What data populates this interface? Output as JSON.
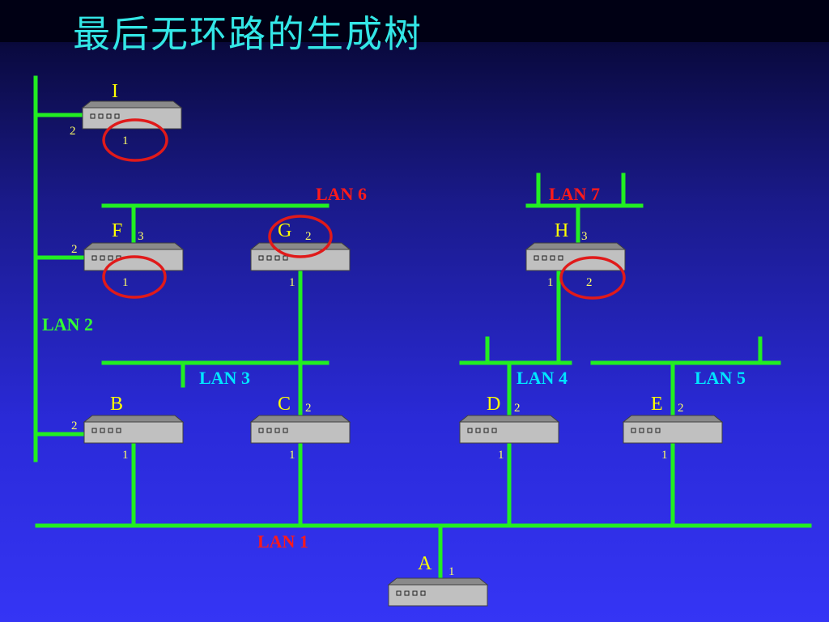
{
  "title": "最后无环路的生成树",
  "colors": {
    "link": "#22ee22",
    "port": "#ffff66",
    "label_yellow": "#ffff00",
    "label_red": "#ff1a1a",
    "label_cyan": "#00e5ff",
    "label_green": "#33ff33",
    "blocked_circle": "#e01a1a",
    "bridge_body": "#c0c0c0"
  },
  "icons": {
    "bridge": "network-bridge-icon",
    "blocked": "blocked-port-circle-icon"
  },
  "bridges": [
    {
      "id": "I",
      "ports": [
        "2",
        "1"
      ]
    },
    {
      "id": "F",
      "ports": [
        "3",
        "2",
        "1"
      ]
    },
    {
      "id": "G",
      "ports": [
        "2",
        "1"
      ]
    },
    {
      "id": "H",
      "ports": [
        "3",
        "1",
        "2"
      ]
    },
    {
      "id": "B",
      "ports": [
        "2",
        "1"
      ]
    },
    {
      "id": "C",
      "ports": [
        "2",
        "1"
      ]
    },
    {
      "id": "D",
      "ports": [
        "2",
        "1"
      ]
    },
    {
      "id": "E",
      "ports": [
        "2",
        "1"
      ]
    },
    {
      "id": "A",
      "ports": [
        "1"
      ]
    }
  ],
  "lans": [
    {
      "id": "LAN 1",
      "color": "red"
    },
    {
      "id": "LAN 2",
      "color": "green"
    },
    {
      "id": "LAN 3",
      "color": "cyan"
    },
    {
      "id": "LAN 4",
      "color": "cyan"
    },
    {
      "id": "LAN 5",
      "color": "cyan"
    },
    {
      "id": "LAN 6",
      "color": "red"
    },
    {
      "id": "LAN 7",
      "color": "red"
    }
  ],
  "blocked_ports": [
    {
      "bridge": "I",
      "port": "1"
    },
    {
      "bridge": "F",
      "port": "1"
    },
    {
      "bridge": "G",
      "port": "2"
    },
    {
      "bridge": "H",
      "port": "2"
    }
  ]
}
